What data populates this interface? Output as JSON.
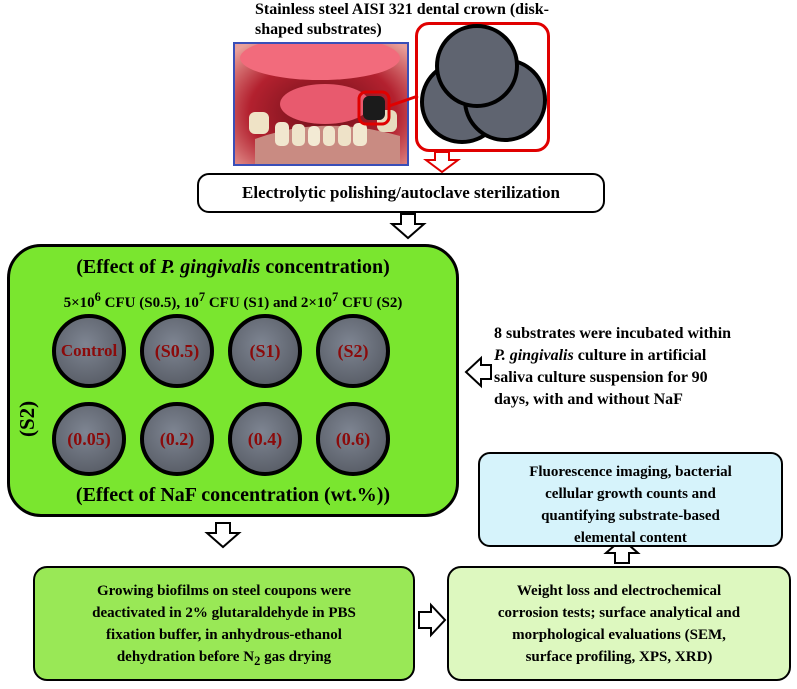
{
  "header": {
    "title_line1": "Stainless steel AISI 321 dental crown (disk-",
    "title_line2": "shaped substrates)"
  },
  "step1": {
    "label": "Electrolytic polishing/autoclave sterilization"
  },
  "green_panel": {
    "title_prefix": "(Effect of ",
    "title_italic": "P. gingivalis",
    "title_suffix": " concentration)",
    "subtitle_a": "5×10",
    "subtitle_a_sup": "6",
    "subtitle_b": " CFU (S0.5), 10",
    "subtitle_b_sup": "7",
    "subtitle_c": " CFU (S1) and 2×10",
    "subtitle_c_sup": "7",
    "subtitle_d": " CFU (S2)",
    "row1": [
      "Control",
      "(S0.5)",
      "(S1)",
      "(S2)"
    ],
    "row2": [
      "(0.05)",
      "(0.2)",
      "(0.4)",
      "(0.6)"
    ],
    "side_label": "(S2)",
    "bottom_title": "(Effect of NaF concentration (wt.%))"
  },
  "incubation": {
    "line1": "8 substrates were incubated within",
    "line2_italic": "P. gingivalis",
    "line2_rest": " culture in artificial",
    "line3": "saliva culture suspension for 90",
    "line4": "days, with and without NaF"
  },
  "analysis_box": {
    "line1": "Fluorescence imaging, bacterial",
    "line2": "cellular growth counts and",
    "line3": "quantifying substrate-based",
    "line4": "elemental content"
  },
  "biofilm_box": {
    "line1": "Growing biofilms on steel coupons were",
    "line2": "deactivated in 2% glutaraldehyde in PBS",
    "line3": "fixation buffer, in anhydrous-ethanol",
    "line4_a": "dehydration before N",
    "line4_sub": "2",
    "line4_b": " gas drying"
  },
  "tests_box": {
    "line1": "Weight loss and electrochemical",
    "line2": "corrosion tests; surface analytical and",
    "line3": "morphological evaluations (SEM,",
    "line4": "surface profiling, XPS, XRD)"
  },
  "colors": {
    "green_panel": "#7ae62f",
    "biofilm_box": "#99e856",
    "tests_box": "#ddf8bf",
    "analysis_box": "#d6f3fb",
    "disk_label": "#8b0a0a",
    "highlight": "#e00000"
  }
}
